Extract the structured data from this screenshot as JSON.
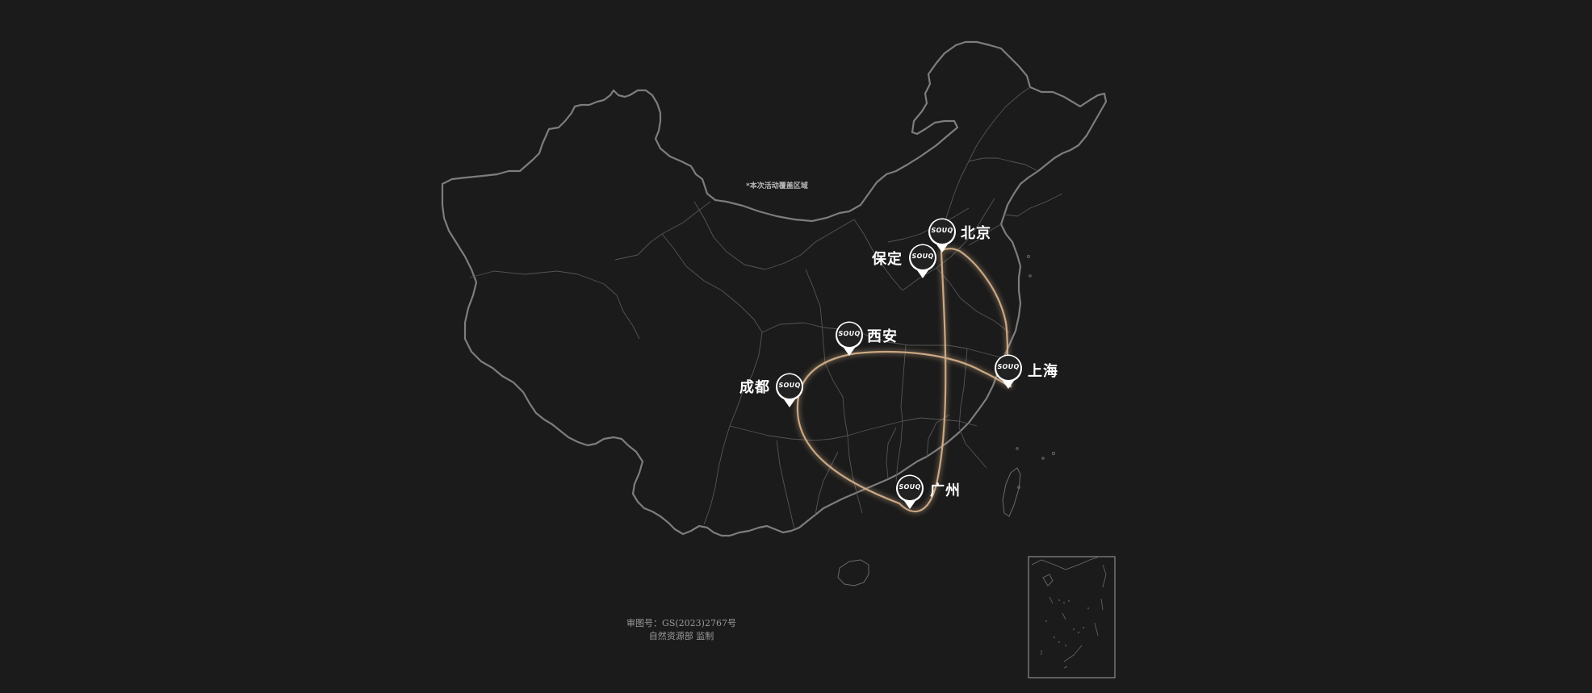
{
  "map": {
    "note": "*本次活动覆盖区域",
    "approval_line1": "审图号：GS(2023)2767号",
    "approval_line2": "自然资源部 监制",
    "route_color": "#d9b48c",
    "border_color": "#7d7d7d",
    "province_color": "#555555"
  },
  "pins": [
    {
      "id": "beijing",
      "label": "北京",
      "logo": "SOUQ",
      "label_side": "right"
    },
    {
      "id": "baoding",
      "label": "保定",
      "logo": "SOUQ",
      "label_side": "left"
    },
    {
      "id": "xian",
      "label": "西安",
      "logo": "SOUQ",
      "label_side": "right"
    },
    {
      "id": "shanghai",
      "label": "上海",
      "logo": "SOUQ",
      "label_side": "right"
    },
    {
      "id": "chengdu",
      "label": "成都",
      "logo": "SOUQ",
      "label_side": "left"
    },
    {
      "id": "guangzhou",
      "label": "广州",
      "logo": "SOUQ",
      "label_side": "right"
    }
  ]
}
